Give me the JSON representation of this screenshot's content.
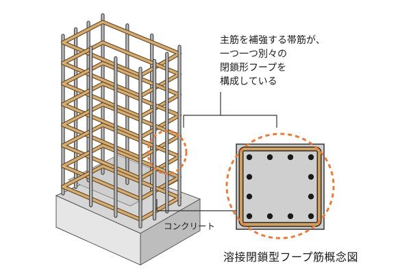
{
  "callout": {
    "line1": "主筋を補強する帯筋が、",
    "line2": "一つ一つ別々の",
    "line3": "閉鎖形フープを",
    "line4": "構成している"
  },
  "concrete_label": "コンクリート",
  "caption": "溶接閉鎖型フープ筋概念図",
  "colors": {
    "hoop": "#c9a066",
    "hoop_edge": "#6b4a22",
    "bar": "#9a9a9a",
    "bar_edge": "#444444",
    "concrete_top": "#d6d6d6",
    "concrete_front": "#e3e3e3",
    "concrete_side": "#b9b9b9",
    "dashed_circle": "#e87a3a",
    "line": "#333333",
    "bar_dot": "#1a1a1a"
  },
  "icons": [
    "rebar-column-illustration",
    "cross-section-illustration",
    "highlight-circle"
  ]
}
